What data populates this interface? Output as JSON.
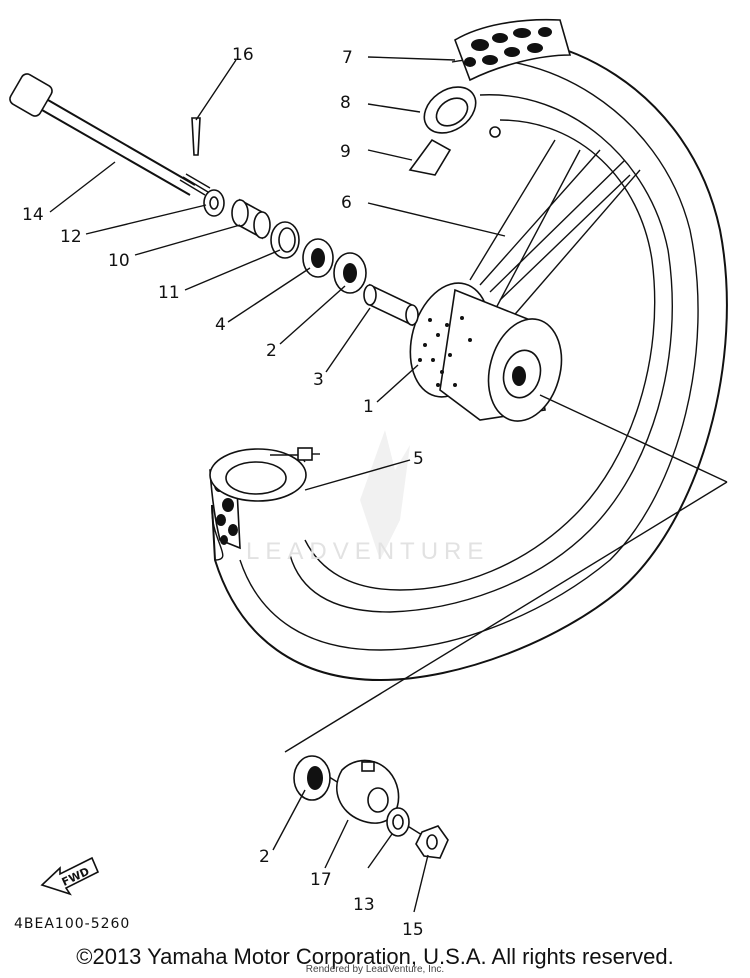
{
  "callouts": {
    "c16": "16",
    "c7": "7",
    "c8": "8",
    "c9": "9",
    "c14": "14",
    "c6": "6",
    "c12": "12",
    "c10": "10",
    "c11": "11",
    "c4": "4",
    "c2": "2",
    "c3": "3",
    "c1": "1",
    "c5": "5",
    "c2b": "2",
    "c17": "17",
    "c13": "13",
    "c15": "15"
  },
  "fwd_label": "FWD",
  "diagram_code": "4BEA100-5260",
  "copyright": "©2013 Yamaha Motor Corporation, U.S.A. All rights reserved.",
  "rendered_by": "Rendered by LeadVenture, Inc.",
  "watermark": "LEADVENTURE"
}
